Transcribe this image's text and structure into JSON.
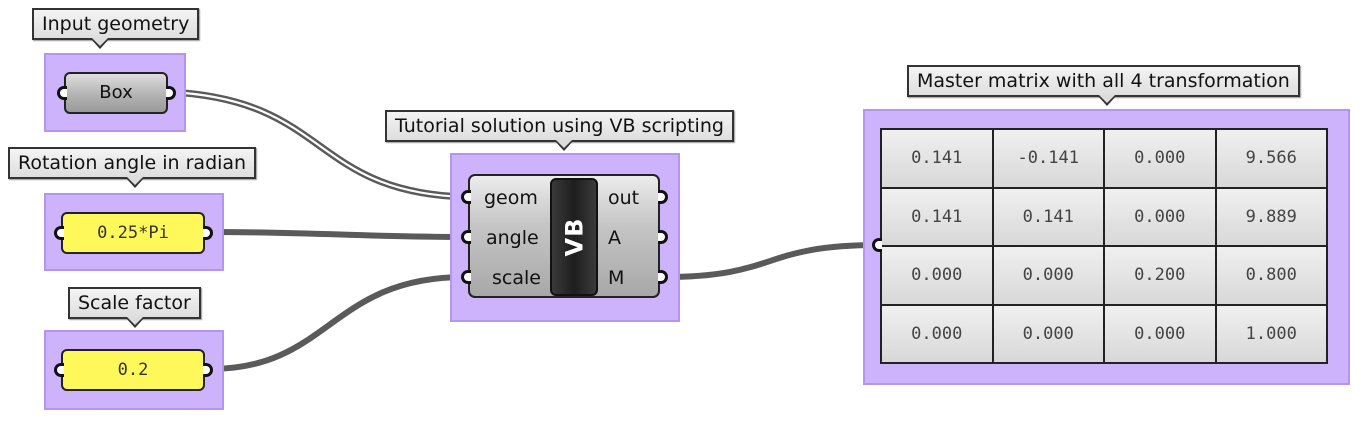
{
  "callouts": {
    "input_geometry": "Input geometry",
    "rotation_angle": "Rotation angle in radian",
    "scale_factor": "Scale factor",
    "tutorial_solution": "Tutorial solution using VB scripting",
    "master_matrix": "Master matrix with all 4 transformation"
  },
  "params": {
    "box_label": "Box",
    "angle_value": "0.25*Pi",
    "scale_value": "0.2"
  },
  "vb_component": {
    "label": "VB",
    "inputs": [
      "geom",
      "angle",
      "scale"
    ],
    "outputs": [
      "out",
      "A",
      "M"
    ]
  },
  "matrix": {
    "rows": [
      [
        "0.141",
        "-0.141",
        "0.000",
        "9.566"
      ],
      [
        "0.141",
        "0.141",
        "0.000",
        "9.889"
      ],
      [
        "0.000",
        "0.000",
        "0.200",
        "0.800"
      ],
      [
        "0.000",
        "0.000",
        "0.000",
        "1.000"
      ]
    ]
  },
  "colors": {
    "group_fill": "#cdb3fb",
    "number_param": "#fff85a",
    "wire": "#5a5a5a"
  }
}
